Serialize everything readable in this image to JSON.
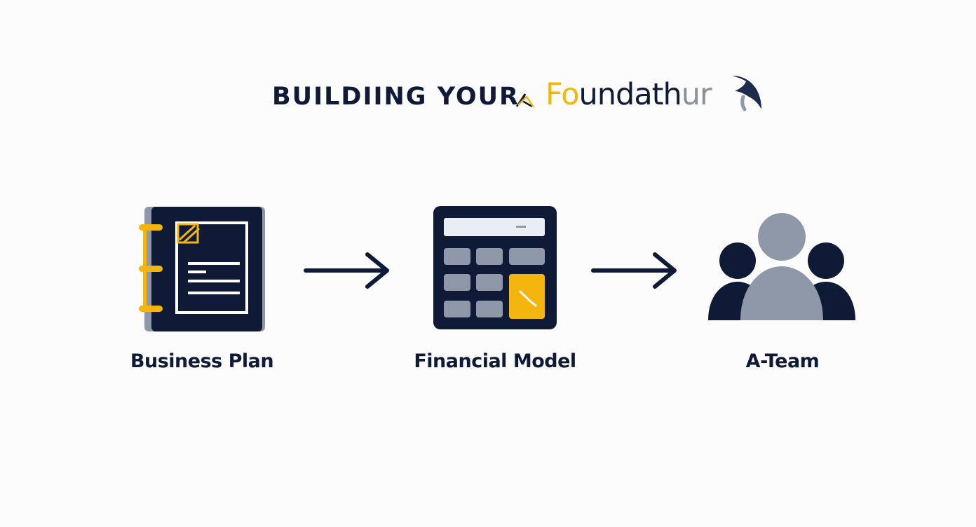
{
  "title": {
    "part1": "BUILDIING YOUR",
    "part2_highlight": "Fo",
    "part2_main": "undath",
    "part2_faded": "ur"
  },
  "steps": [
    {
      "label": "Business Plan",
      "icon": "binder-document-icon"
    },
    {
      "label": "Financial Model",
      "icon": "calculator-icon"
    },
    {
      "label": "A-Team",
      "icon": "team-people-icon"
    }
  ],
  "colors": {
    "navy": "#0f1b36",
    "gold": "#f5b50f",
    "gray": "#8e98a8",
    "background": "#fcfcfd"
  }
}
